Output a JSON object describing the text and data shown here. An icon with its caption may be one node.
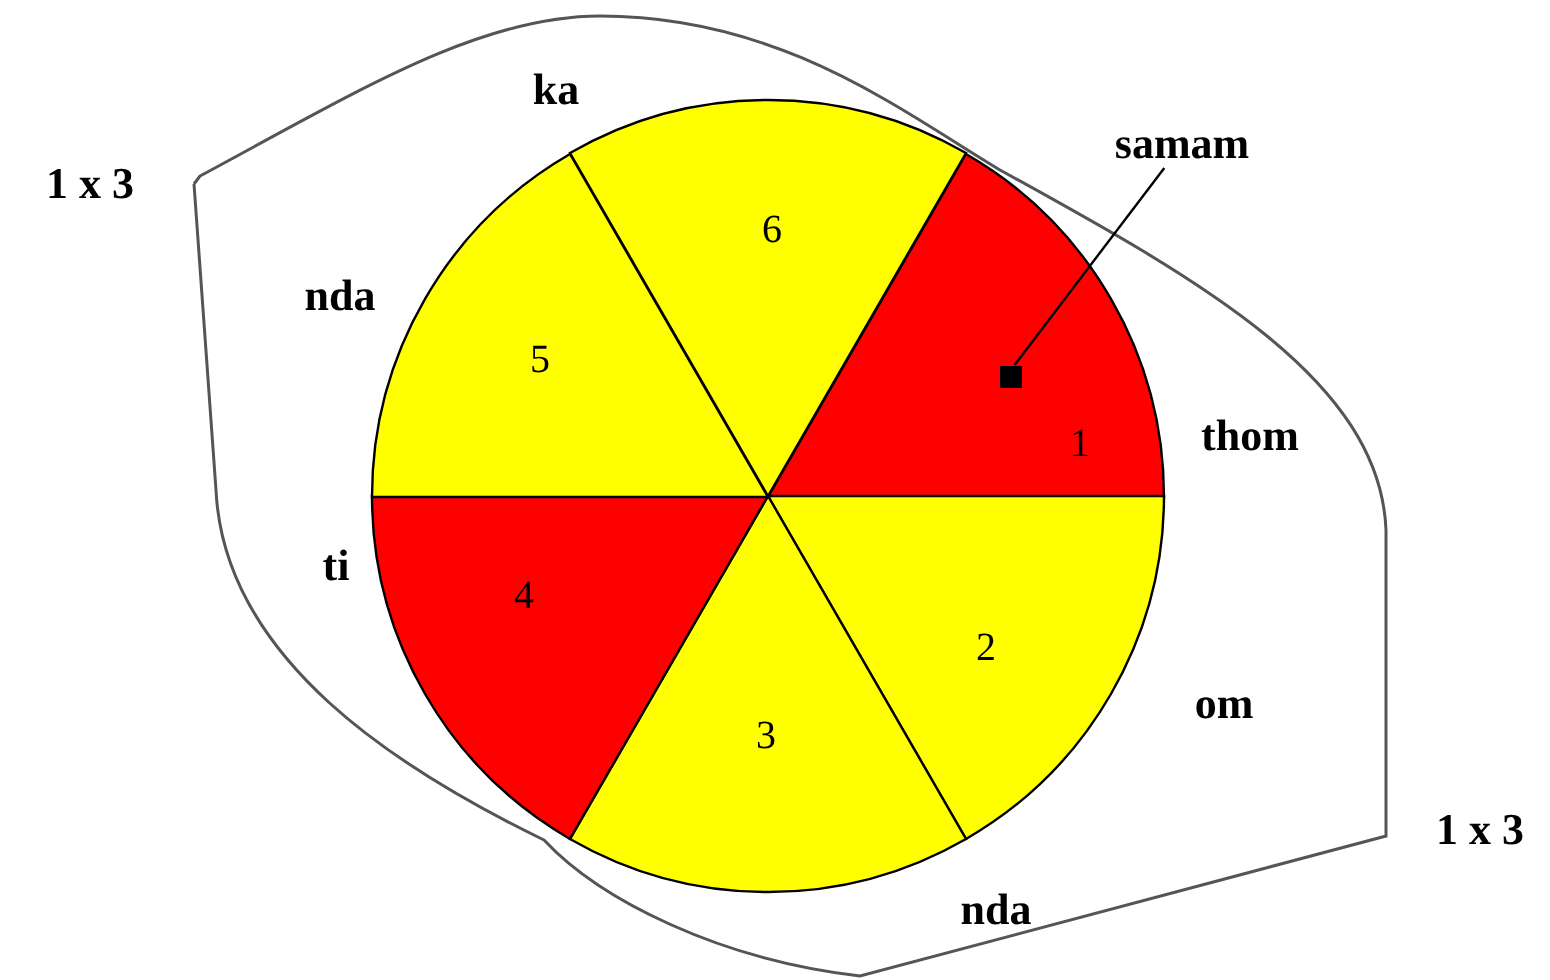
{
  "diagram": {
    "nodes": [
      {
        "text": [
          "1"
        ]
      },
      {
        "text": [
          "2"
        ]
      },
      {
        "text": [
          "3"
        ]
      },
      {
        "text": [
          "4"
        ]
      },
      {
        "text": [
          "5"
        ]
      },
      {
        "text": [
          "6"
        ]
      },
      {
        "text": [
          "samam"
        ]
      },
      {
        "text": [],
        "shape": "box",
        "in": 0
      }
    ],
    "edges": [
      {
        "from": 6,
        "to": 7,
        "arrow": "none"
      }
    ],
    "labels": [
      "ka",
      "1 x 3",
      "nda",
      "thom",
      "ti",
      "om",
      "1 x 3",
      "nda"
    ]
  }
}
